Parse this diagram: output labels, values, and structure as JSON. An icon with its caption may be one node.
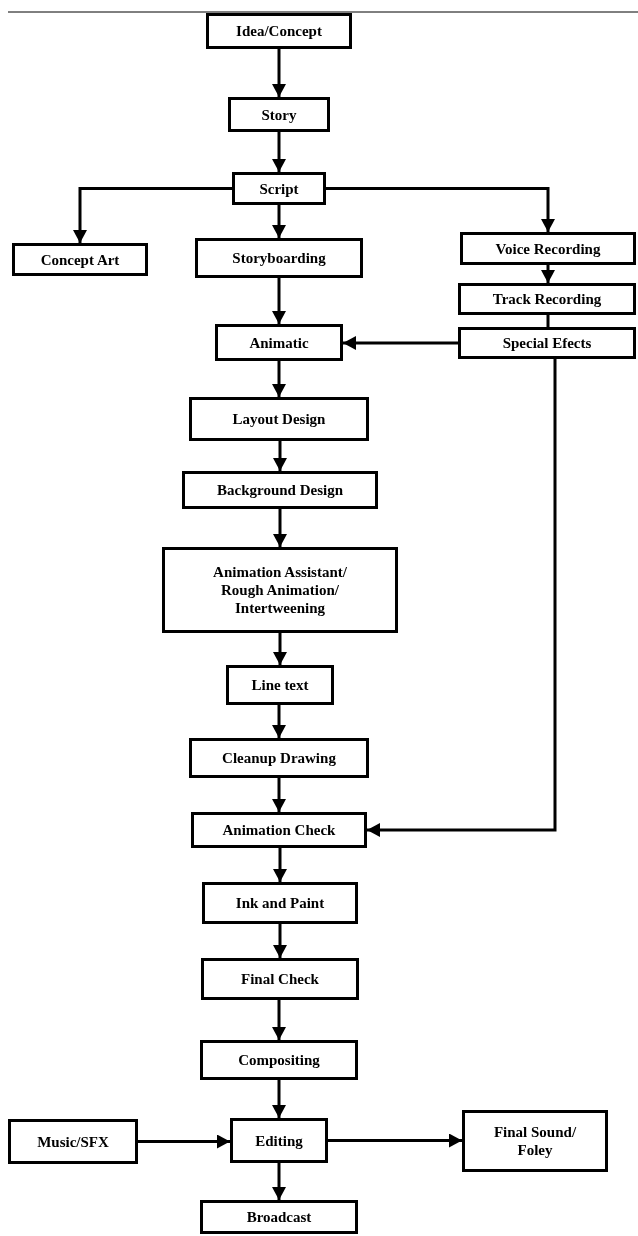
{
  "diagram": {
    "nodes": [
      {
        "text": [
          "Idea/Concept"
        ]
      },
      {
        "text": [
          "Story"
        ]
      },
      {
        "text": [
          "Script"
        ]
      },
      {
        "text": [
          "Concept Art"
        ]
      },
      {
        "text": [
          "Storyboarding"
        ]
      },
      {
        "text": [
          "Voice Recording"
        ]
      },
      {
        "text": [
          "Track Recording"
        ]
      },
      {
        "text": [
          "Special Efects"
        ]
      },
      {
        "text": [
          "Animatic"
        ]
      },
      {
        "text": [
          "Layout Design"
        ]
      },
      {
        "text": [
          "Background Design"
        ]
      },
      {
        "text": [
          "Animation Assistant/ Rough Animation/ Intertweening"
        ]
      },
      {
        "text": [
          "Line text"
        ]
      },
      {
        "text": [
          "Cleanup Drawing"
        ]
      },
      {
        "text": [
          "Animation Check"
        ]
      },
      {
        "text": [
          "Ink and Paint"
        ]
      },
      {
        "text": [
          "Final Check"
        ]
      },
      {
        "text": [
          "Compositing"
        ]
      },
      {
        "text": [
          "Music/SFX"
        ]
      },
      {
        "text": [
          "Editing"
        ]
      },
      {
        "text": [
          "Final Sound/ Foley"
        ]
      },
      {
        "text": [
          "Broadcast"
        ]
      }
    ],
    "edges": [
      {
        "from": 0,
        "to": 1,
        "arrow": "to"
      },
      {
        "from": 1,
        "to": 2,
        "arrow": "to"
      },
      {
        "from": 2,
        "to": 3,
        "arrow": "to"
      },
      {
        "from": 2,
        "to": 4,
        "arrow": "to"
      },
      {
        "from": 2,
        "to": 5,
        "arrow": "to"
      },
      {
        "from": 4,
        "to": 8,
        "arrow": "to"
      },
      {
        "from": 5,
        "to": 6,
        "arrow": "to"
      },
      {
        "from": 6,
        "to": 7,
        "arrow": "none"
      },
      {
        "from": 7,
        "to": 8,
        "arrow": "to"
      },
      {
        "from": 8,
        "to": 9,
        "arrow": "to"
      },
      {
        "from": 9,
        "to": 10,
        "arrow": "to"
      },
      {
        "from": 10,
        "to": 11,
        "arrow": "to"
      },
      {
        "from": 11,
        "to": 12,
        "arrow": "to"
      },
      {
        "from": 12,
        "to": 13,
        "arrow": "to"
      },
      {
        "from": 13,
        "to": 14,
        "arrow": "to"
      },
      {
        "from": 7,
        "to": 14,
        "arrow": "to"
      },
      {
        "from": 14,
        "to": 15,
        "arrow": "to"
      },
      {
        "from": 15,
        "to": 16,
        "arrow": "to"
      },
      {
        "from": 16,
        "to": 17,
        "arrow": "to"
      },
      {
        "from": 17,
        "to": 19,
        "arrow": "to"
      },
      {
        "from": 18,
        "to": 19,
        "arrow": "to"
      },
      {
        "from": 19,
        "to": 20,
        "arrow": "to"
      },
      {
        "from": 19,
        "to": 21,
        "arrow": "to"
      }
    ]
  }
}
